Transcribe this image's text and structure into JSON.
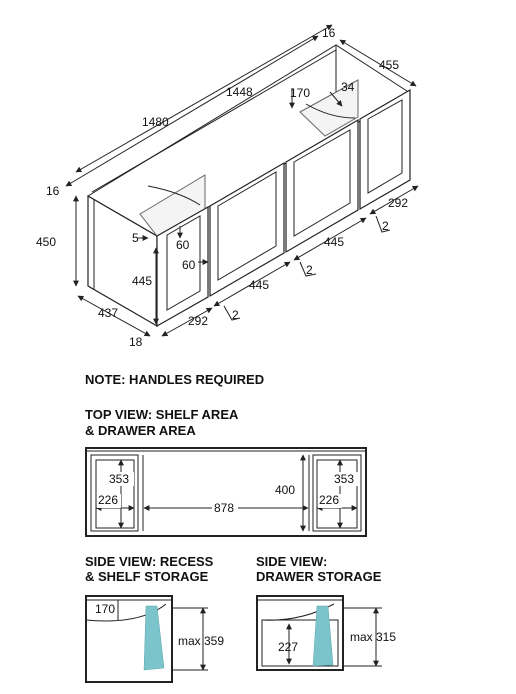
{
  "iso": {
    "d16_top": "16",
    "d455": "455",
    "d1448": "1448",
    "d170": "170",
    "d34": "34",
    "d1480": "1480",
    "d16_left": "16",
    "d292_right": "292",
    "d2_right": "2",
    "d450": "450",
    "d5": "5",
    "d60_a": "60",
    "d445_mid": "445",
    "d60_b": "60",
    "d2_mid": "2",
    "d445_left": "445",
    "d445_bottom": "445",
    "d437": "437",
    "d292_bottom": "292",
    "d2_bottom": "2",
    "d18": "18"
  },
  "note": "NOTE: HANDLES REQUIRED",
  "top_view": {
    "title_line1": "TOP VIEW: SHELF AREA",
    "title_line2": "& DRAWER AREA",
    "d353_left": "353",
    "d226_left": "226",
    "d878": "878",
    "d400": "400",
    "d353_right": "353",
    "d226_right": "226"
  },
  "side_recess": {
    "title_line1": "SIDE VIEW: RECESS",
    "title_line2": "& SHELF STORAGE",
    "d170": "170",
    "dmax": "max 359"
  },
  "side_drawer": {
    "title_line1": "SIDE VIEW:",
    "title_line2": "DRAWER STORAGE",
    "d227": "227",
    "dmax": "max 315"
  },
  "colors": {
    "accent": "#7cc4cc",
    "line": "#222222"
  }
}
